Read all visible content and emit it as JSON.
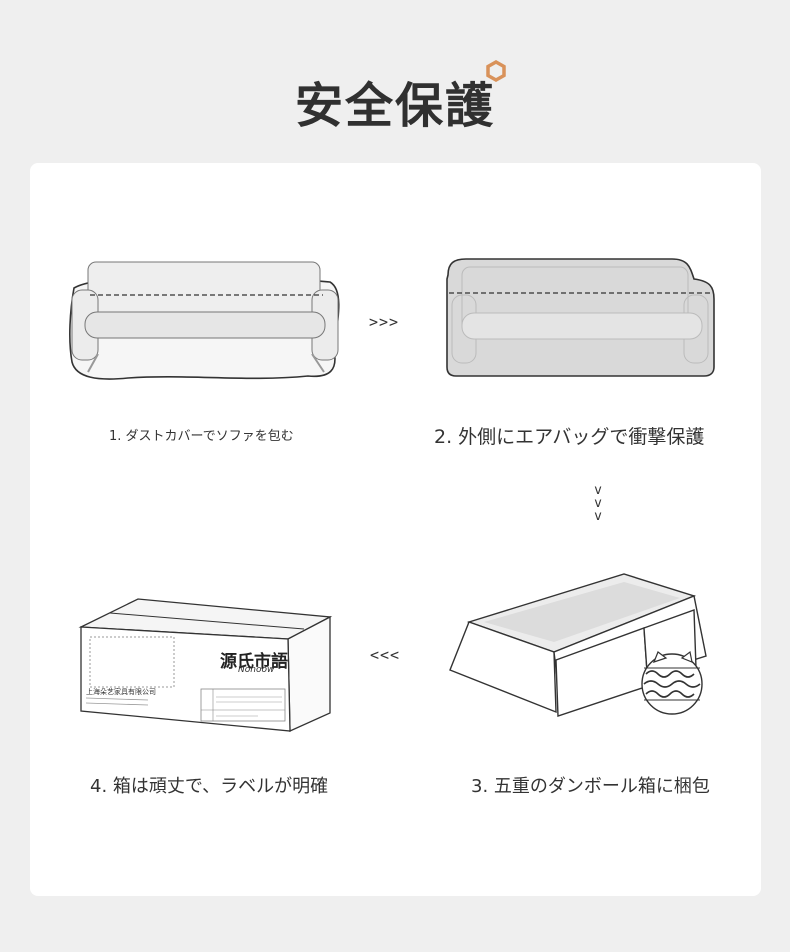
{
  "title": "安全保護",
  "steps": [
    {
      "caption": "1. ダストカバーでソファを包む"
    },
    {
      "caption": "2. 外側にエアバッグで衝撃保護"
    },
    {
      "caption": "3. 五重のダンボール箱に梱包"
    },
    {
      "caption": "4. 箱は頑丈で、ラベルが明確"
    }
  ],
  "arrows": {
    "right": ">>>",
    "down": "v",
    "left": "<<<"
  },
  "box_label": {
    "brand": "源氏市語",
    "brand_sub": "Nonoow",
    "company": "上海朵艺家具有限公司"
  },
  "colors": {
    "accent": "#d9925a",
    "line": "#333333",
    "bubble_fill": "#d9d9d9"
  }
}
